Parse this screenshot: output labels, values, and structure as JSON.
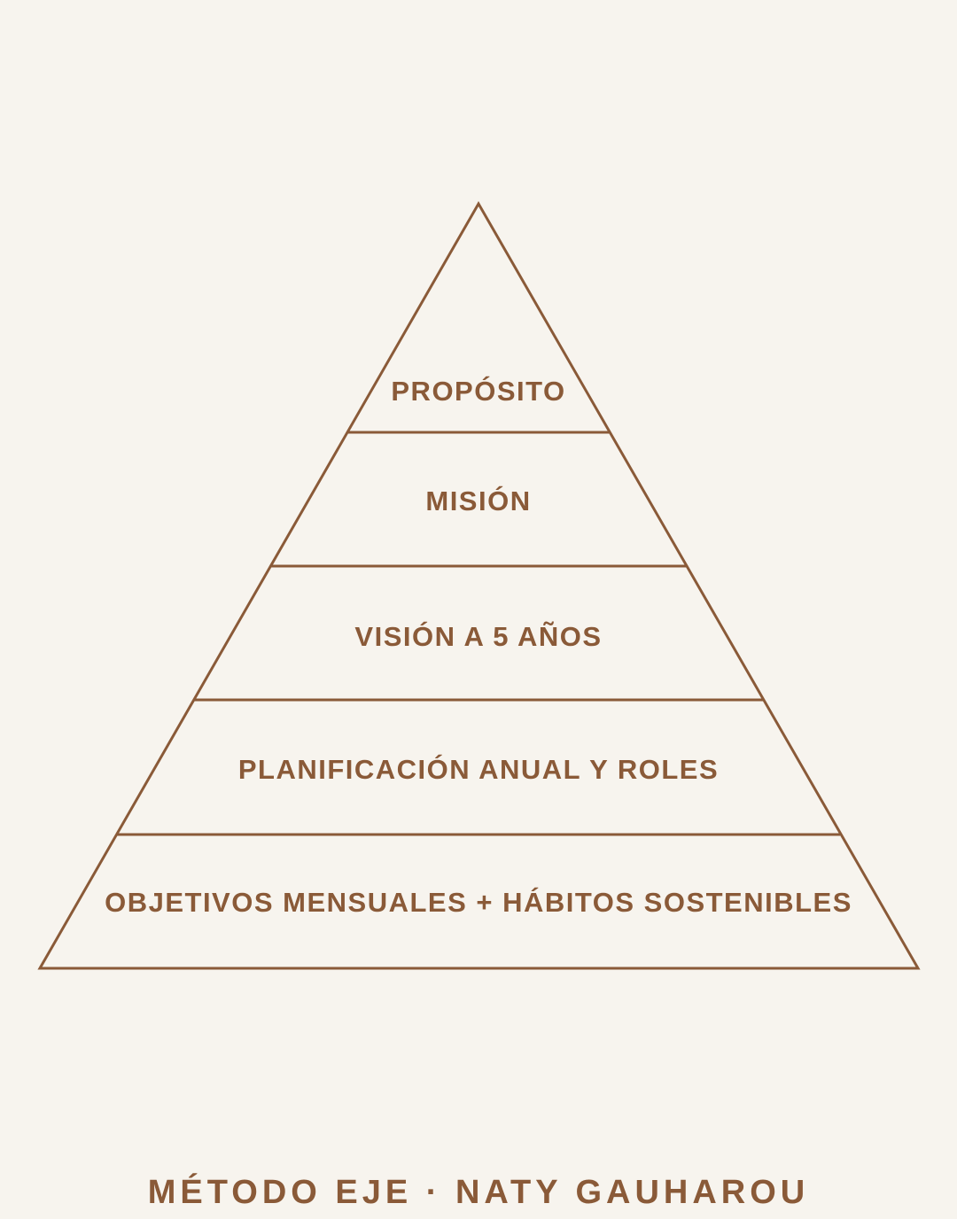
{
  "pyramid": {
    "levels": [
      {
        "label": "PROPÓSITO"
      },
      {
        "label": "MISIÓN"
      },
      {
        "label": "VISIÓN A 5 AÑOS"
      },
      {
        "label": "PLANIFICACIÓN ANUAL Y ROLES"
      },
      {
        "label": "OBJETIVOS MENSUALES + HÁBITOS SOSTENIBLES"
      }
    ]
  },
  "footer": {
    "text": "MÉTODO EJE · NATY GAUHAROU"
  },
  "colors": {
    "background": "#f7f4ee",
    "accent": "#8a5a38"
  }
}
